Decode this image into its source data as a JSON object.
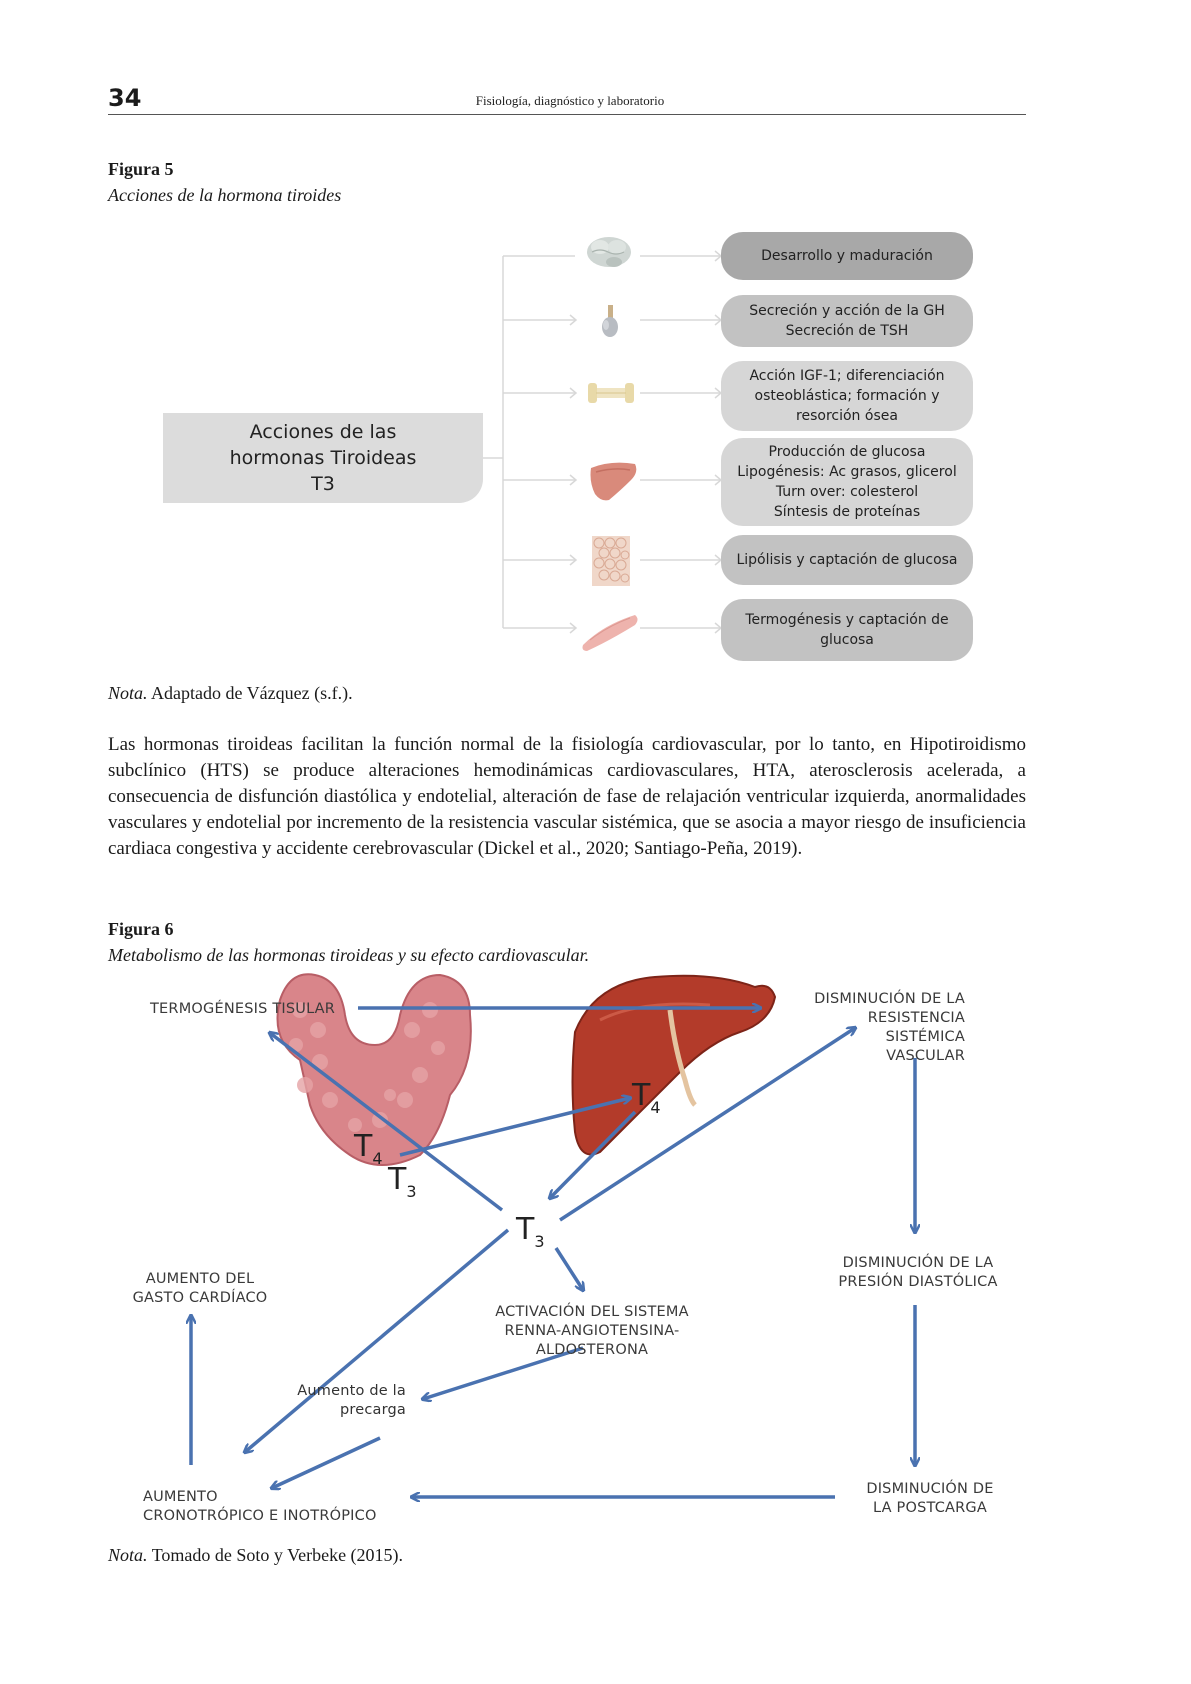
{
  "header": {
    "page_number": "34",
    "running_title": "Fisiología, diagnóstico y laboratorio"
  },
  "figure5": {
    "label": "Figura 5",
    "title": "Acciones de la hormona tiroides",
    "central_box": [
      "Acciones de las",
      "hormonas Tiroideas",
      "T3"
    ],
    "actions": [
      {
        "organ": "brain-icon",
        "lines": [
          "Desarrollo y maduración"
        ]
      },
      {
        "organ": "pituitary-icon",
        "lines": [
          "Secreción y acción de la GH",
          "Secreción de TSH"
        ]
      },
      {
        "organ": "bone-icon",
        "lines": [
          "Acción IGF-1; diferenciación",
          "osteoblástica; formación y",
          "resorción ósea"
        ]
      },
      {
        "organ": "liver-icon",
        "lines": [
          "Producción de glucosa",
          "Lipogénesis: Ac grasos, glicerol",
          "Turn over: colesterol",
          "Síntesis de proteínas"
        ]
      },
      {
        "organ": "adipose-tissue-icon",
        "lines": [
          "Lipólisis y captación de glucosa"
        ]
      },
      {
        "organ": "muscle-icon",
        "lines": [
          "Termogénesis y captación de",
          "glucosa"
        ]
      }
    ],
    "note_prefix": "Nota.",
    "note_text": " Adaptado de Vázquez (s.f.)."
  },
  "paragraph": "Las hormonas tiroideas facilitan la función normal de la fisiología cardiovascular, por lo tanto, en Hipotiroidismo subclínico (HTS) se produce alteraciones hemodinámicas cardiovasculares, HTA, aterosclerosis acelerada, a consecuencia de disfunción diastólica y endotelial, alteración de fase de relajación ventricular izquierda, anormalidades vasculares y endotelial por incremento de la resistencia vascular sistémica, que se asocia a mayor riesgo de insuficiencia cardiaca congestiva y accidente cerebrovascular (Dickel et al., 2020; Santiago-Peña, 2019).",
  "figure6": {
    "label": "Figura 6",
    "title": "Metabolismo de las hormonas tiroideas y su efecto cardiovascular.",
    "labels": {
      "termogenesis": "TERMOGÉNESIS TISULAR",
      "resistencia": [
        "DISMINUCIÓN DE LA",
        "RESISTENCIA SISTÉMICA",
        "VASCULAR"
      ],
      "presion": [
        "DISMINUCIÓN DE LA",
        "PRESIÓN DIASTÓLICA"
      ],
      "postcarga": [
        "DISMINUCIÓN DE",
        "LA POSTCARGA"
      ],
      "gasto": [
        "AUMENTO DEL",
        "GASTO CARDÍACO"
      ],
      "cronotropico": [
        "AUMENTO",
        "CRONOTRÓPICO E INOTRÓPICO"
      ],
      "activacion": [
        "ACTIVACIÓN DEL SISTEMA",
        "RENNA-ANGIOTENSINA-ALDOSTERONA"
      ],
      "precarga": [
        "Aumento  de la",
        "precarga"
      ]
    },
    "hormones": {
      "t4_thyroid": {
        "letter": "T",
        "sub": "4"
      },
      "t3_thyroid": {
        "letter": "T",
        "sub": "3"
      },
      "t4_liver": {
        "letter": "T",
        "sub": "4"
      },
      "t3_center": {
        "letter": "T",
        "sub": "3"
      }
    },
    "arrow_color": "#4a72b0",
    "note_prefix": "Nota.",
    "note_text": " Tomado de Soto y Verbeke (2015)."
  }
}
